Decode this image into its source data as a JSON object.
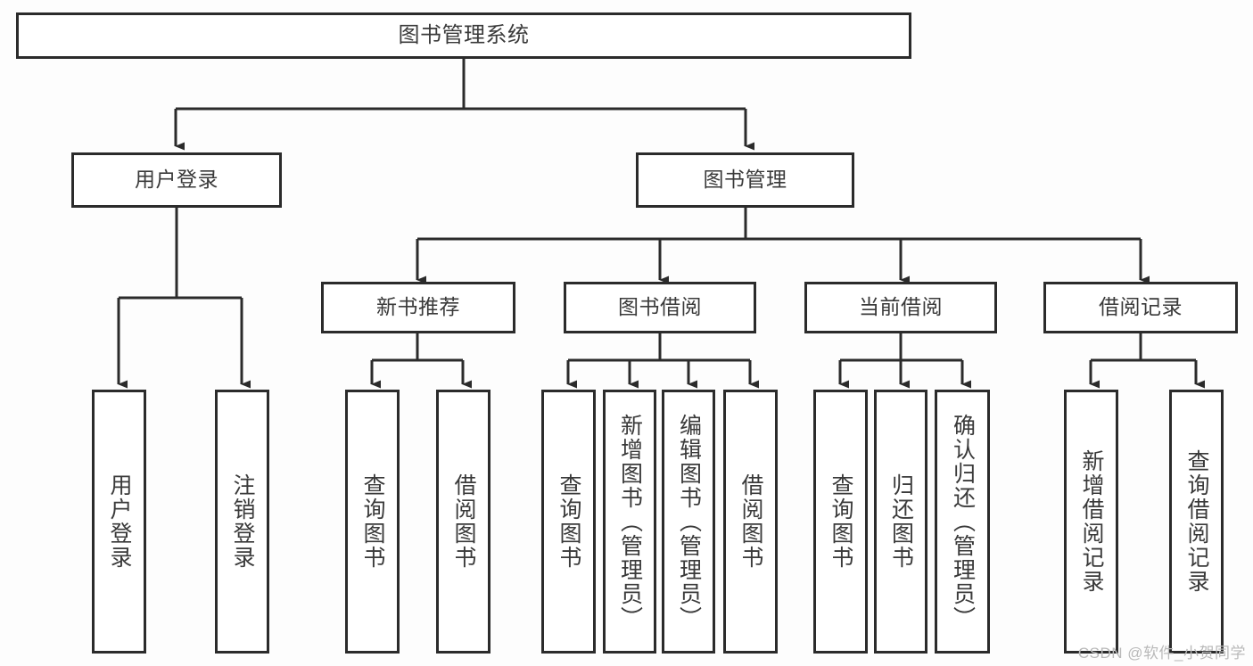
{
  "diagram": {
    "title": "图书管理系统",
    "watermark": "CSDN @软件_小贺同学",
    "colors": {
      "border": "#2b2b2b",
      "text": "#3a3a3a",
      "background": "#fdfdfd",
      "watermark": "#b9b9b9"
    },
    "levels": {
      "root": "图书管理系统",
      "level2": [
        "用户登录",
        "图书管理"
      ],
      "level3": [
        "新书推荐",
        "图书借阅",
        "当前借阅",
        "借阅记录"
      ]
    },
    "nodes": {
      "root": {
        "label": "图书管理系统"
      },
      "user_login": {
        "label": "用户登录"
      },
      "book_manage": {
        "label": "图书管理"
      },
      "new_book_rec": {
        "label": "新书推荐"
      },
      "book_borrow": {
        "label": "图书借阅"
      },
      "current_borrow": {
        "label": "当前借阅"
      },
      "borrow_record": {
        "label": "借阅记录"
      },
      "leaf_user_login": {
        "label": "用户登录"
      },
      "leaf_user_logout": {
        "label": "注销登录"
      },
      "leaf_query_book_a": {
        "label": "查询图书"
      },
      "leaf_borrow_book_a": {
        "label": "借阅图书"
      },
      "leaf_query_book_b": {
        "label": "查询图书"
      },
      "leaf_add_book": {
        "label": "新增图书（管理员）"
      },
      "leaf_edit_book": {
        "label": "编辑图书（管理员）"
      },
      "leaf_borrow_book_b": {
        "label": "借阅图书"
      },
      "leaf_query_book_c": {
        "label": "查询图书"
      },
      "leaf_return_book": {
        "label": "归还图书"
      },
      "leaf_confirm_return": {
        "label": "确认归还（管理员）"
      },
      "leaf_add_record": {
        "label": "新增借阅记录"
      },
      "leaf_query_record": {
        "label": "查询借阅记录"
      }
    },
    "edges": [
      {
        "from": "root",
        "to": "user_login"
      },
      {
        "from": "root",
        "to": "book_manage"
      },
      {
        "from": "user_login",
        "to": "leaf_user_login"
      },
      {
        "from": "user_login",
        "to": "leaf_user_logout"
      },
      {
        "from": "book_manage",
        "to": "new_book_rec"
      },
      {
        "from": "book_manage",
        "to": "book_borrow"
      },
      {
        "from": "book_manage",
        "to": "current_borrow"
      },
      {
        "from": "book_manage",
        "to": "borrow_record"
      },
      {
        "from": "new_book_rec",
        "to": "leaf_query_book_a"
      },
      {
        "from": "new_book_rec",
        "to": "leaf_borrow_book_a"
      },
      {
        "from": "book_borrow",
        "to": "leaf_query_book_b"
      },
      {
        "from": "book_borrow",
        "to": "leaf_add_book"
      },
      {
        "from": "book_borrow",
        "to": "leaf_edit_book"
      },
      {
        "from": "book_borrow",
        "to": "leaf_borrow_book_b"
      },
      {
        "from": "current_borrow",
        "to": "leaf_query_book_c"
      },
      {
        "from": "current_borrow",
        "to": "leaf_return_book"
      },
      {
        "from": "current_borrow",
        "to": "leaf_confirm_return"
      },
      {
        "from": "borrow_record",
        "to": "leaf_add_record"
      },
      {
        "from": "borrow_record",
        "to": "leaf_query_record"
      }
    ]
  }
}
